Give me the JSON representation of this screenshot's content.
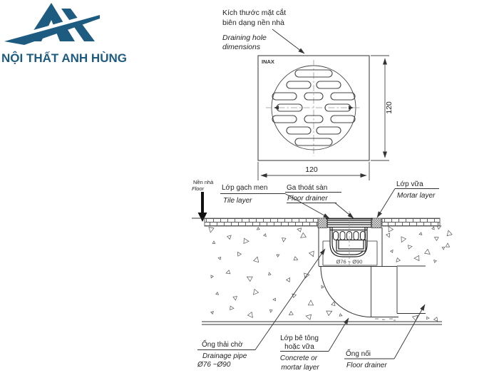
{
  "brand": {
    "name": "NỘI THẤT ANH HÙNG",
    "color": "#1e5b80"
  },
  "top_view": {
    "callout": {
      "vi": [
        "Kích thước mặt cắt",
        "biên dạng nền nhà"
      ],
      "en": [
        "Draining hole",
        "dimensions"
      ]
    },
    "brand_mark": "INAX",
    "dim_width": "120",
    "dim_height": "120"
  },
  "section": {
    "floor": {
      "vi": "Nền nhà",
      "en": "Floor"
    },
    "tile": {
      "vi": "Lớp gạch men",
      "en": "Tile layer"
    },
    "drainer": {
      "vi": "Ga thoát sàn",
      "en": "Floor drainer"
    },
    "mortar": {
      "vi": "Lớp vữa",
      "en": "Mortar layer"
    },
    "pipe_dia": "Ø76 ~ Ø90",
    "drain_pipe": {
      "vi": "Ống thải chờ",
      "en": "Drainage pipe",
      "size": "Ø76 ~Ø90"
    },
    "concrete": {
      "vi": [
        "Lớp bê tông",
        "hoặc vữa"
      ],
      "en": [
        "Concrete or",
        "mortar layer"
      ]
    },
    "connector": {
      "vi": "Ống nối",
      "en": "Floor drainer"
    }
  }
}
